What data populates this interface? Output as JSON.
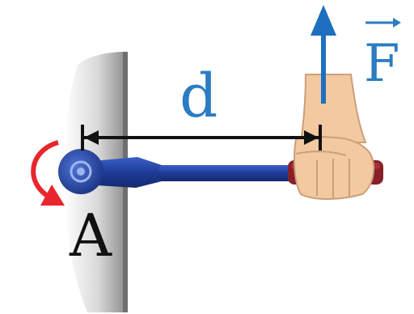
{
  "labels": {
    "distance": "d",
    "force": "F",
    "pivot": "A"
  },
  "colors": {
    "force_arrow": "#1f6fc0",
    "label_blue": "#2b7cc2",
    "rotation_arrow": "#e8262d",
    "wrench": "#1f3f9a",
    "grip": "#8a1f2a",
    "skin": "#f3c9a1",
    "skin_outline": "#caa07a",
    "wall_shade": "#7a7a7a",
    "dimension_line": "#111111"
  },
  "icons": {
    "rotation": "curved-arrow-icon",
    "force": "force-arrow-icon",
    "vector": "vector-arrow-icon"
  }
}
